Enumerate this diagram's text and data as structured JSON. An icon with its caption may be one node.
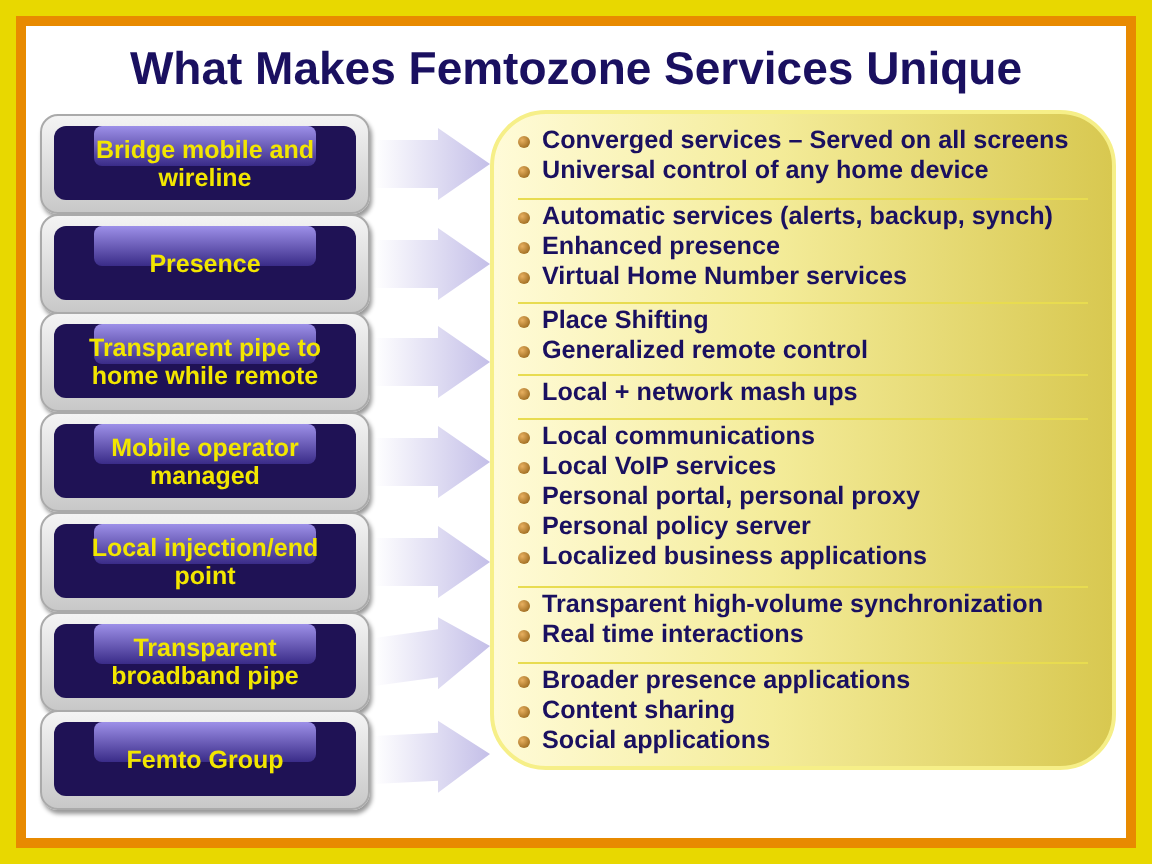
{
  "diagram": {
    "title": "What Makes Femtozone Services Unique",
    "nodes": [
      {
        "text": [
          "Bridge mobile and wireline"
        ]
      },
      {
        "text": [
          "Presence"
        ]
      },
      {
        "text": [
          "Transparent pipe to home while remote"
        ]
      },
      {
        "text": [
          "Mobile operator managed"
        ]
      },
      {
        "text": [
          "Local injection/end point"
        ]
      },
      {
        "text": [
          "Transparent broadband pipe"
        ]
      },
      {
        "text": [
          "Femto Group"
        ]
      },
      {
        "text": [],
        "shape": "box"
      },
      {
        "text": [
          "Converged services – Served on all screens",
          "Universal control of any home device"
        ],
        "in": 7
      },
      {
        "text": [
          "Automatic services (alerts, backup, synch)",
          "Enhanced presence",
          "Virtual Home Number services"
        ],
        "in": 7
      },
      {
        "text": [
          "Place Shifting",
          "Generalized remote control"
        ],
        "in": 7
      },
      {
        "text": [
          "Local + network mash ups"
        ],
        "in": 7
      },
      {
        "text": [
          "Local communications",
          "Local VoIP services",
          "Personal portal, personal proxy",
          "Personal policy server",
          "Localized business applications"
        ],
        "in": 7
      },
      {
        "text": [
          "Transparent high-volume synchronization",
          "Real time interactions"
        ],
        "in": 7
      },
      {
        "text": [
          "Broader presence applications",
          "Content sharing",
          "Social applications"
        ],
        "in": 7
      }
    ],
    "edges": [
      {
        "from": 0,
        "to": 8,
        "arrow": "to"
      },
      {
        "from": 1,
        "to": 9,
        "arrow": "to"
      },
      {
        "from": 2,
        "to": 10,
        "arrow": "to"
      },
      {
        "from": 3,
        "to": 12,
        "arrow": "to"
      },
      {
        "from": 4,
        "to": 12,
        "arrow": "to"
      },
      {
        "from": 5,
        "to": 13,
        "arrow": "to"
      },
      {
        "from": 6,
        "to": 14,
        "arrow": "to"
      }
    ]
  }
}
